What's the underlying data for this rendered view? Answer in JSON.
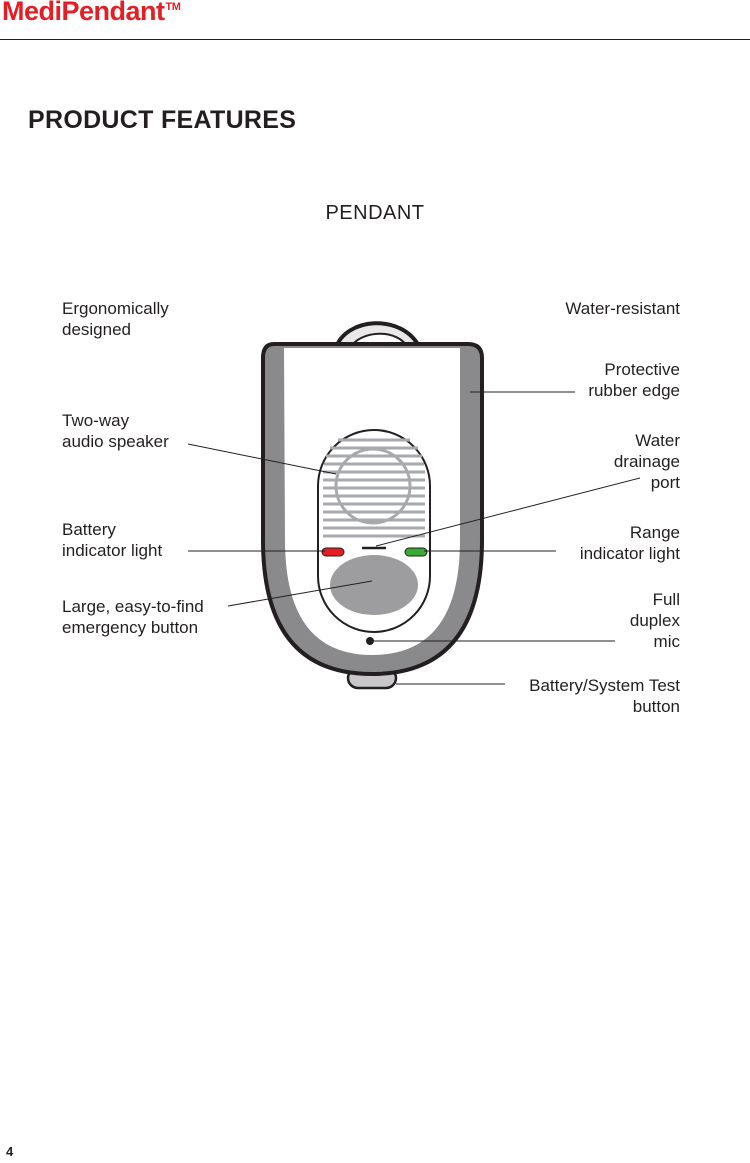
{
  "header": {
    "brand": "MediPendant",
    "trademark": "TM"
  },
  "page": {
    "heading": "PRODUCT FEATURES",
    "subheading": "PENDANT",
    "number": "4"
  },
  "labels": {
    "ergonomic": [
      "Ergonomically",
      "designed"
    ],
    "speaker": [
      "Two-way",
      "audio speaker"
    ],
    "battery_light": [
      "Battery",
      "indicator light"
    ],
    "emergency": [
      "Large, easy-to-find",
      "emergency button"
    ],
    "water_resistant": [
      "Water-resistant"
    ],
    "rubber_edge": [
      "Protective",
      "rubber edge"
    ],
    "drainage": [
      "Water",
      "drainage",
      "port"
    ],
    "range_light": [
      "Range",
      "indicator light"
    ],
    "mic": [
      "Full",
      "duplex",
      "mic"
    ],
    "test_button": [
      "Battery/System Test",
      "button"
    ]
  },
  "colors": {
    "brand": "#e31e24",
    "battery_led": "#e31e24",
    "range_led": "#3aaa35",
    "body_gray": "#8a8a8c",
    "button_gray": "#9d9d9f"
  }
}
